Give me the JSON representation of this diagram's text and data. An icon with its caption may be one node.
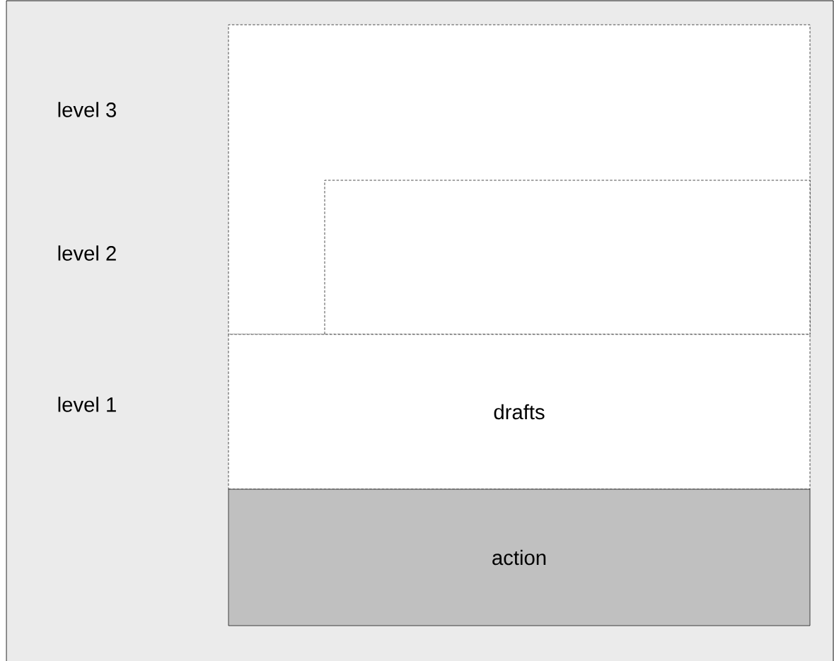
{
  "diagram": {
    "nodes": [
      {
        "text": [],
        "shape": "box"
      },
      {
        "text": [],
        "shape": "box",
        "in": 0
      },
      {
        "text": [
          "drafts"
        ]
      },
      {
        "text": [
          "action"
        ]
      }
    ],
    "labels": [
      "level 3",
      "level 2",
      "level 1"
    ]
  }
}
